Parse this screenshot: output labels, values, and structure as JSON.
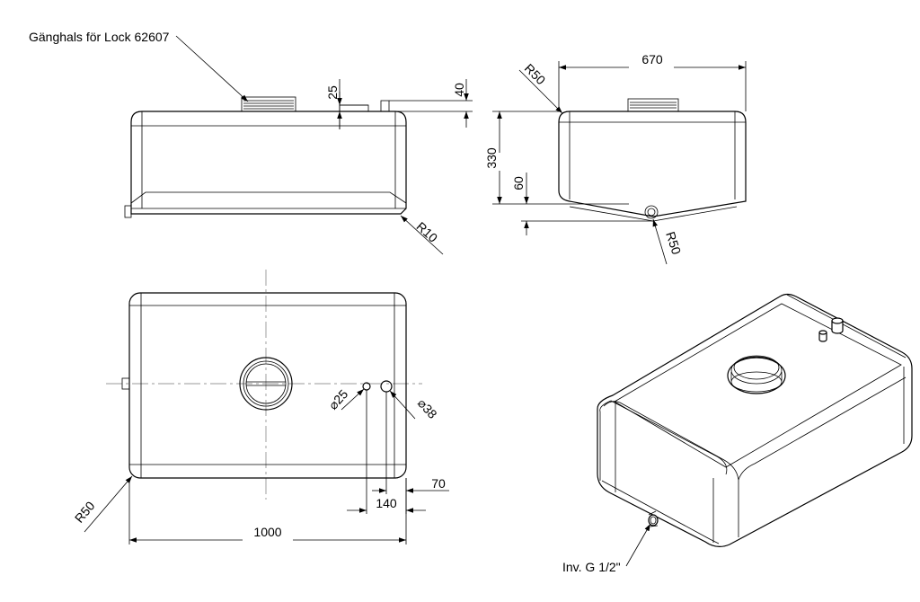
{
  "labels": {
    "neck": "Gänghals för Lock 62607",
    "outlet": "Inv. G 1/2\""
  },
  "dimensions": {
    "d25_vertical": "25",
    "d40_vertical": "40",
    "r10": "R10",
    "width_670": "670",
    "r50_top": "R50",
    "height_330": "330",
    "height_60": "60",
    "r50_bottom": "R50",
    "dia25": "⌀25",
    "dia38": "⌀38",
    "d70": "70",
    "d140": "140",
    "r50_plan": "R50",
    "length_1000": "1000"
  }
}
